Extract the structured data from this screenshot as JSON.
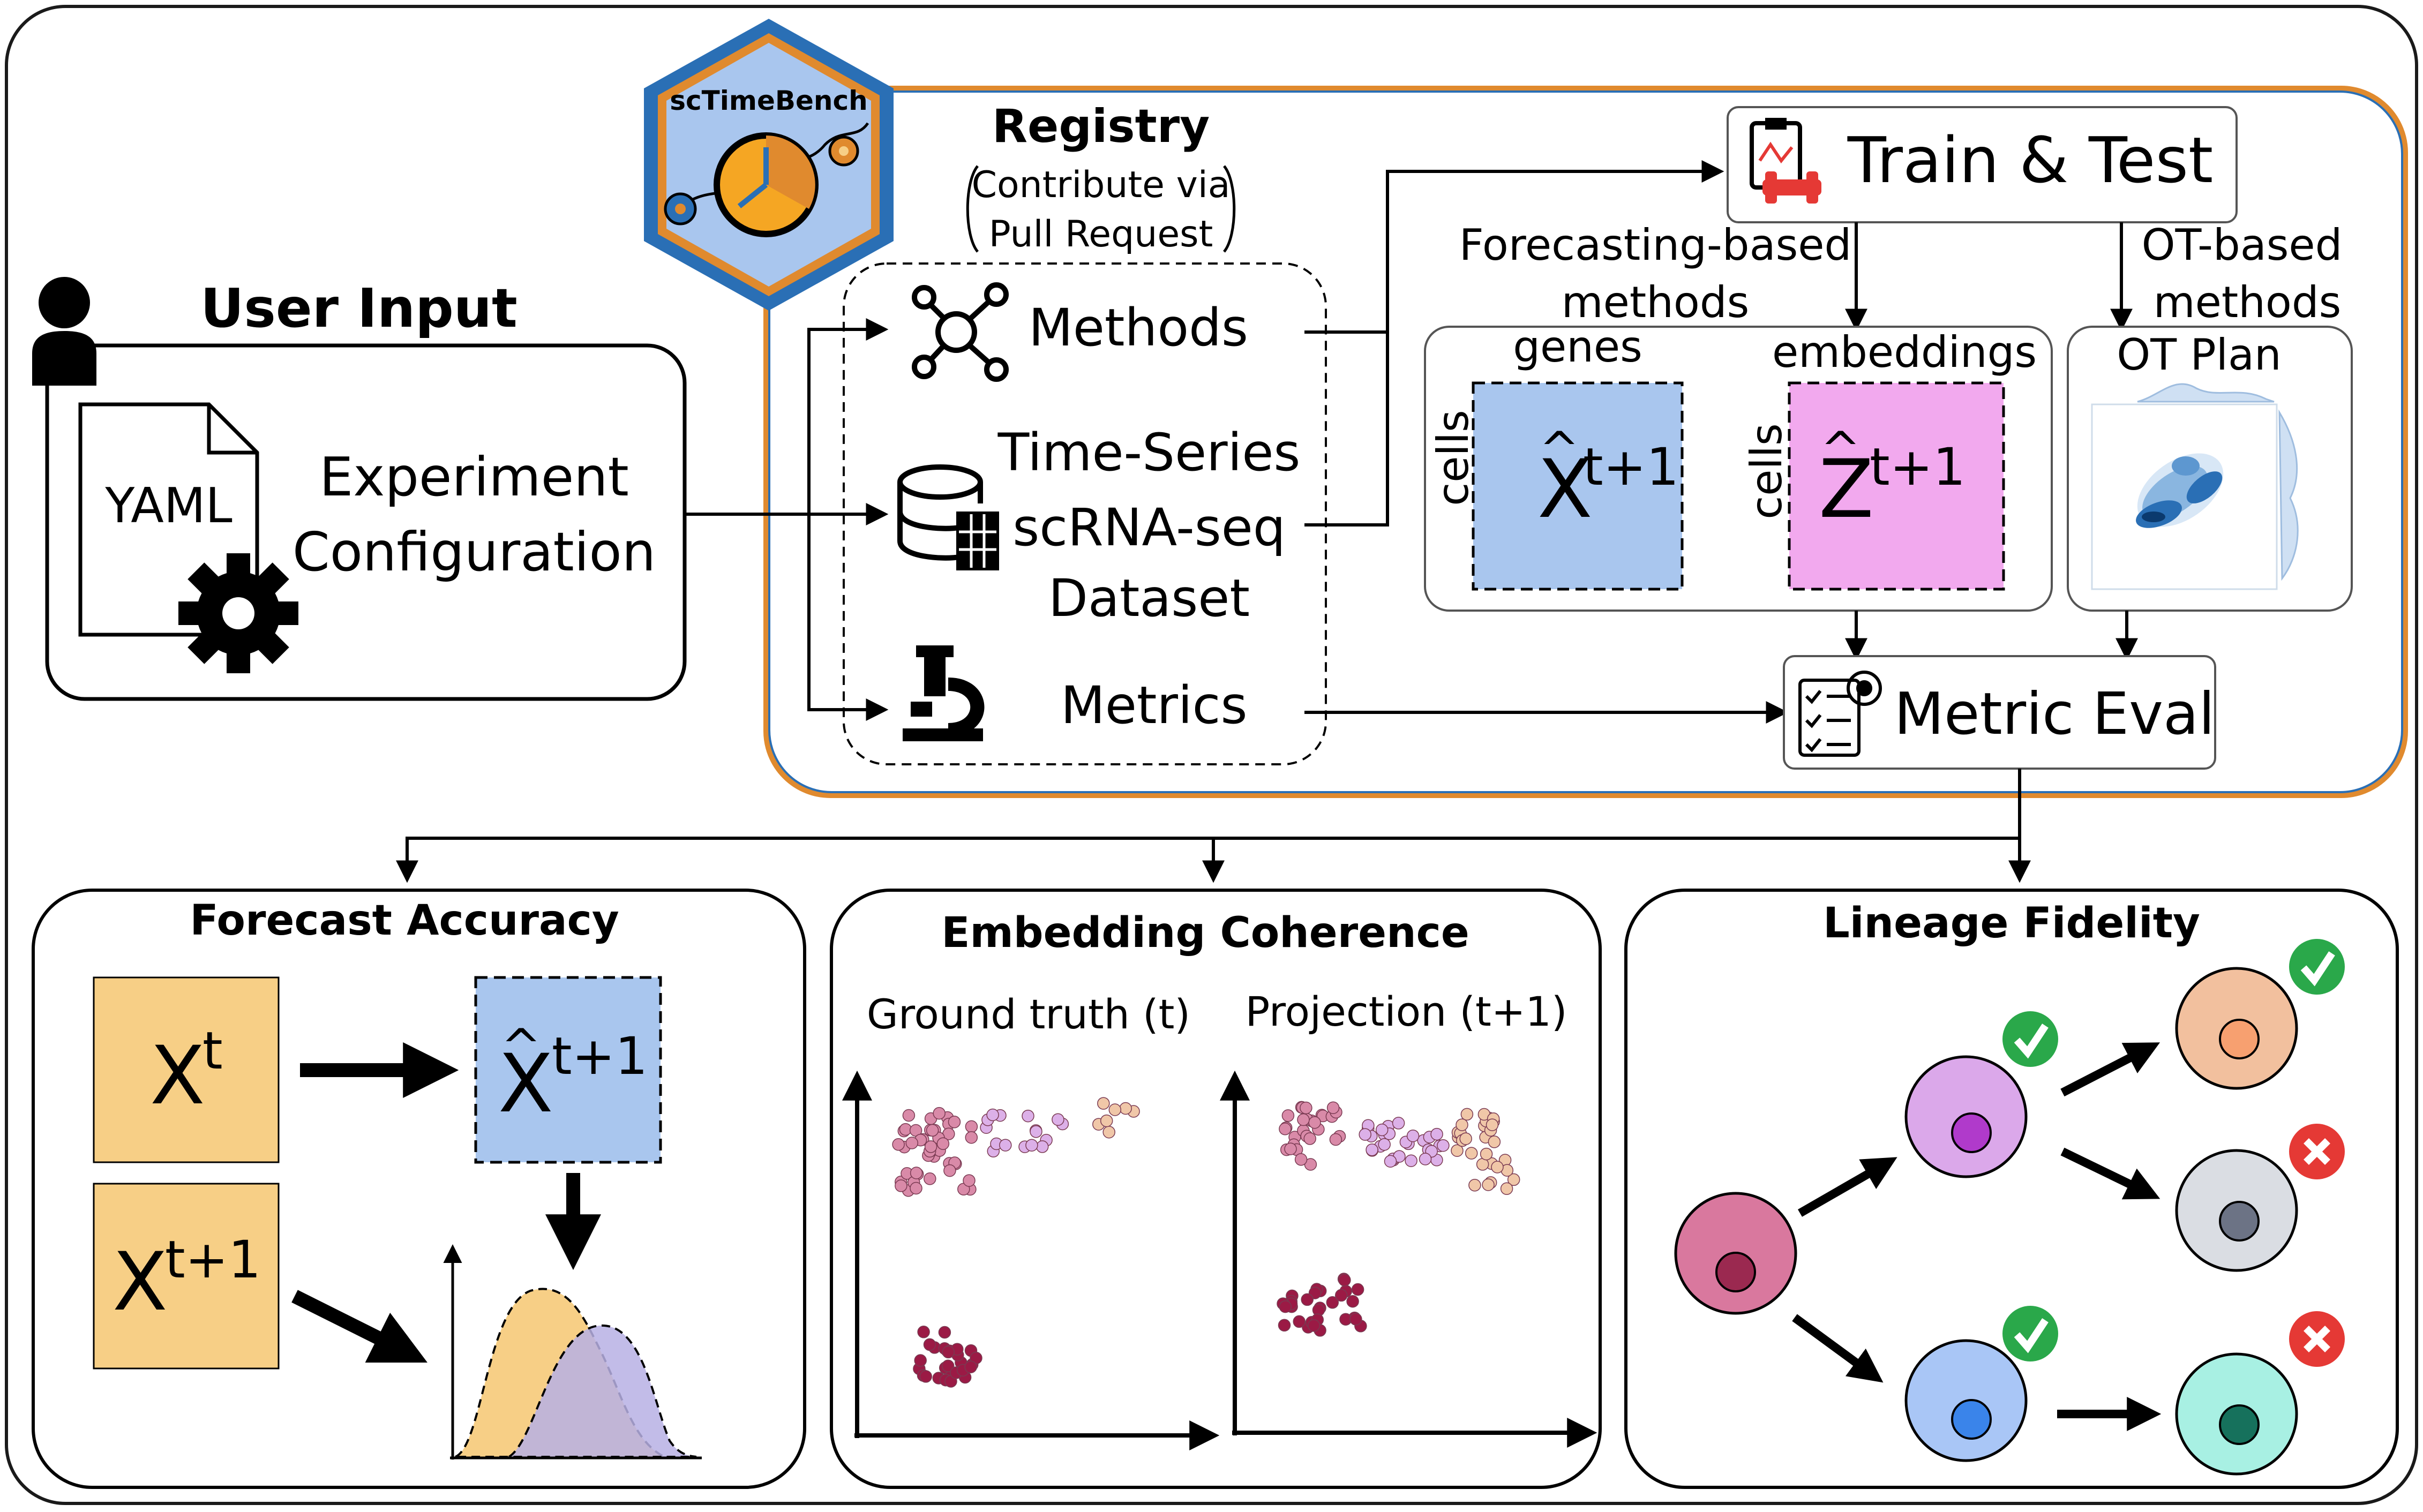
{
  "logo": {
    "text": "scTimeBench"
  },
  "user_input": {
    "title": "User Input",
    "file_label": "YAML",
    "config_line1": "Experiment",
    "config_line2": "Configuration"
  },
  "registry": {
    "title": "Registry",
    "note_line1": "Contribute via",
    "note_line2": "Pull Request",
    "methods": "Methods",
    "dataset_line1": "Time-Series",
    "dataset_line2": "scRNA-seq",
    "dataset_line3": "Dataset",
    "metrics": "Metrics"
  },
  "pipeline": {
    "train_test": "Train & Test",
    "forecasting_line1": "Forecasting-based",
    "forecasting_line2": "methods",
    "ot_line1": "OT-based",
    "ot_line2": "methods",
    "genes": "genes",
    "embeddings": "embeddings",
    "cells": "cells",
    "x_hat_sup": "t+1",
    "z_hat_sup": "t+1",
    "ot_plan": "OT Plan",
    "metric_eval": "Metric Eval"
  },
  "panels": {
    "forecast": {
      "title": "Forecast Accuracy",
      "xt_base": "X",
      "xt_sup": "t",
      "xhat_base": "X",
      "xhat_sup": "t+1",
      "xt1_base": "X",
      "xt1_sup": "t+1"
    },
    "embedding": {
      "title": "Embedding Coherence",
      "left_label": "Ground truth (t)",
      "right_label": "Projection (t+1)"
    },
    "lineage": {
      "title": "Lineage Fidelity",
      "outcomes": [
        "correct",
        "correct",
        "incorrect",
        "correct",
        "incorrect"
      ]
    }
  },
  "colors": {
    "frame": "#1a1a1a",
    "registry_border": "#e08a2e",
    "registry_inner": "#2a6fb5",
    "gene_box": "#a9c6ee",
    "embed_box": "#f2a9ee",
    "xt_box": "#f7cf86",
    "density_orange": "#f7cf86",
    "density_purple": "#b7b0e4",
    "check_green": "#2aa84a",
    "cross_red": "#e53935"
  }
}
